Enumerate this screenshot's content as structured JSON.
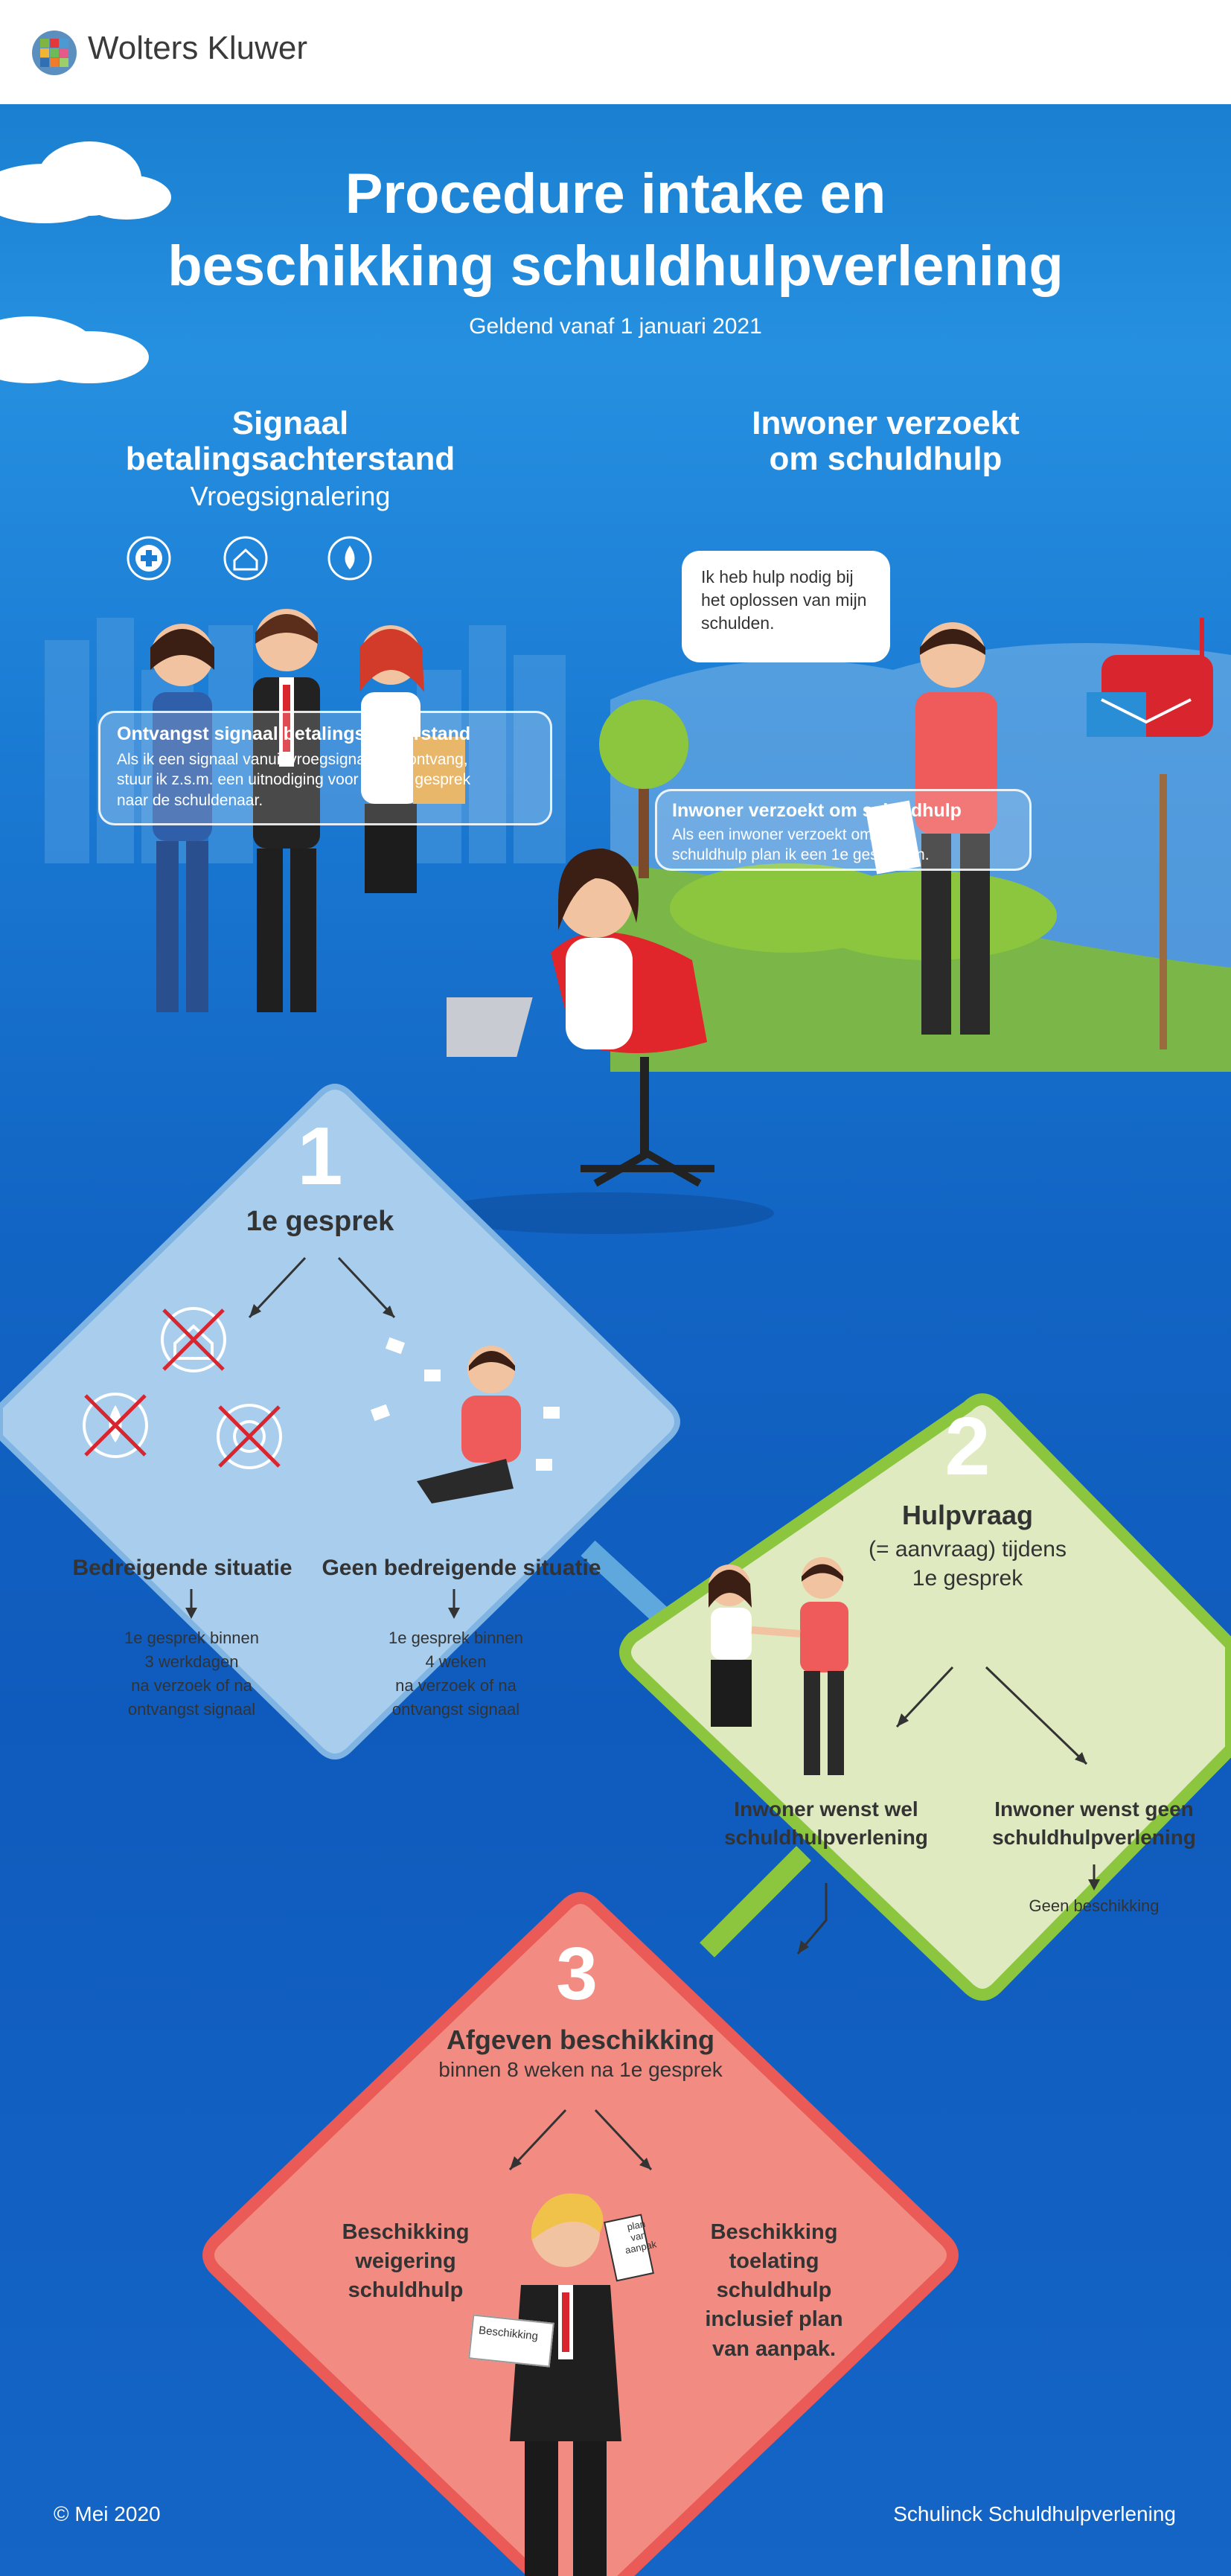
{
  "header": {
    "brand": "Wolters Kluwer"
  },
  "title_line1": "Procedure intake en",
  "title_line2": "beschikking schuldhulpverlening",
  "subtitle": "Geldend vanaf 1 januari 2021",
  "left_col": {
    "heading_line1": "Signaal",
    "heading_line2": "betalingsachterstand",
    "sub": "Vroegsignalering",
    "bubble_title": "Ontvangst signaal betalingsachterstand",
    "bubble_line1": "Als ik een signaal vanuit vroegsignalering ontvang,",
    "bubble_line2": "stuur ik z.s.m. een uitnodiging  voor een 1e gesprek",
    "bubble_line3": "naar de schuldenaar."
  },
  "right_col": {
    "heading_line1": "Inwoner verzoekt",
    "heading_line2": "om schuldhulp",
    "speech_line1": "Ik heb hulp nodig bij",
    "speech_line2": "het oplossen van mijn",
    "speech_line3": "schulden.",
    "bubble_title": "Inwoner verzoekt om schuldhulp",
    "bubble_line1": "Als een inwoner verzoekt om",
    "bubble_line2": "schuldhulp plan ik een 1e gesprek in."
  },
  "step1": {
    "number": "1",
    "title": "1e gesprek",
    "left_title": "Bedreigende situatie",
    "left_l1": "1e gesprek binnen",
    "left_l2": "3 werkdagen",
    "left_l3": "na verzoek of na",
    "left_l4": "ontvangst signaal",
    "right_title": "Geen bedreigende situatie",
    "right_l1": "1e gesprek binnen",
    "right_l2": "4 weken",
    "right_l3": "na verzoek of na",
    "right_l4": "ontvangst signaal"
  },
  "step2": {
    "number": "2",
    "title": "Hulpvraag",
    "sub_l1": "(= aanvraag) tijdens",
    "sub_l2": "1e gesprek",
    "left_l1": "Inwoner wenst wel",
    "left_l2": "schuldhulpverlening",
    "right_l1": "Inwoner wenst geen",
    "right_l2": "schuldhulpverlening",
    "right_result": "Geen beschikking"
  },
  "step3": {
    "number": "3",
    "title": "Afgeven beschikking",
    "sub": "binnen 8 weken na 1e gesprek",
    "left_l1": "Beschikking",
    "left_l2": "weigering",
    "left_l3": "schuldhulp",
    "right_l1": "Beschikking",
    "right_l2": "toelating",
    "right_l3": "schuldhulp",
    "right_l4": "inclusief plan",
    "right_l5": "van aanpak.",
    "paper_label": "Beschikking",
    "plan_l1": "plan",
    "plan_l2": "van",
    "plan_l3": "aanpak"
  },
  "footer": {
    "left": "© Mei 2020",
    "right": "Schulinck Schuldhulpverlening"
  },
  "colors": {
    "blue": "#1b7cd4",
    "light_blue_diamond": "#a9cdec",
    "green_border": "#8cc63f",
    "green_fill": "#dfeac0",
    "red_border": "#ea5a57",
    "red_fill": "#f28b82"
  }
}
